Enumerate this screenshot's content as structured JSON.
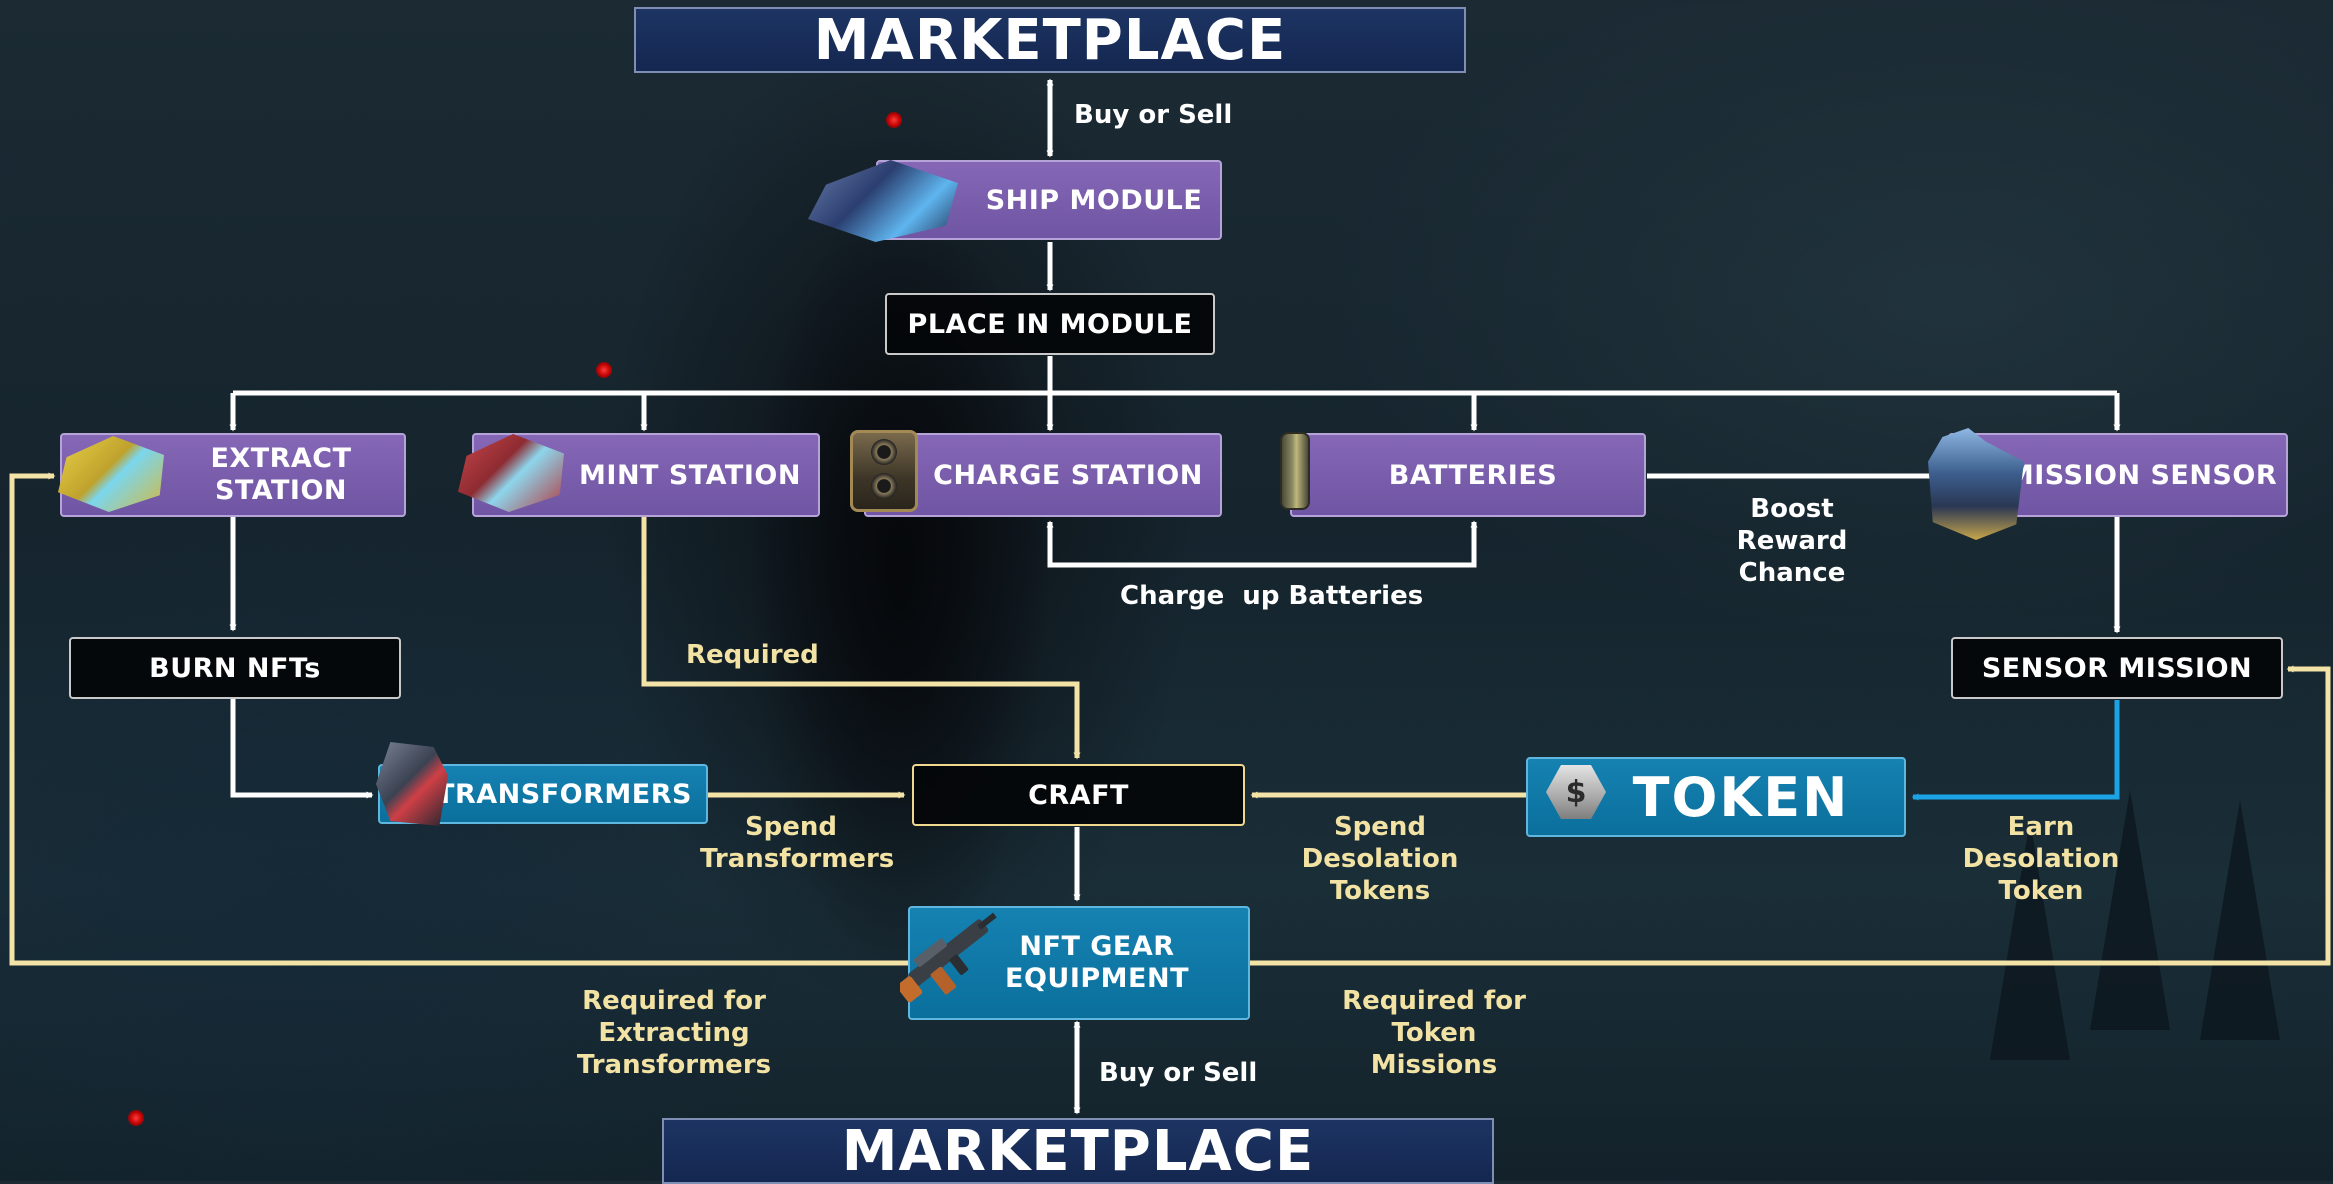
{
  "nodes": {
    "marketplace_top": "MARKETPLACE",
    "ship_module": "SHIP MODULE",
    "place_in_module": "PLACE IN MODULE",
    "extract_station": "EXTRACT\nSTATION",
    "mint_station": "MINT STATION",
    "charge_station": "CHARGE STATION",
    "batteries": "BATTERIES",
    "mission_sensor": "MISSION SENSOR",
    "burn_nfts": "BURN NFTs",
    "sensor_mission": "SENSOR MISSION",
    "transformers": "TRANSFORMERS",
    "craft": "CRAFT",
    "token": "TOKEN",
    "nft_gear": "NFT GEAR\nEQUIPMENT",
    "marketplace_bottom": "MARKETPLACE"
  },
  "labels": {
    "buy_sell_top": "Buy or Sell",
    "boost_reward": "Boost\nReward Chance",
    "charge_up": "Charge  up Batteries",
    "required": "Required",
    "spend_transformers": "Spend\nTransformers",
    "spend_desolation": "Spend\nDesolation\nTokens",
    "earn_desolation": "Earn\nDesolation Token",
    "required_extracting": "Required for Extracting\nTransformers",
    "required_token_missions": "Required for Token\nMissions",
    "buy_sell_bottom": "Buy or Sell"
  },
  "icons": {
    "token_symbol": "$",
    "ship_module_icon": "ship-module-icon",
    "extract_station_icon": "extract-station-icon",
    "mint_station_icon": "mint-station-icon",
    "charge_station_icon": "charge-station-icon",
    "batteries_icon": "battery-icon",
    "mission_sensor_icon": "mission-sensor-icon",
    "transformers_icon": "transformers-icon",
    "token_icon": "token-coin-icon",
    "nft_gear_icon": "rifle-icon"
  },
  "colors": {
    "purple_node": "#7a5eae",
    "blue_node": "#0f78a8",
    "marketplace_node": "#1a2f5c",
    "white_connector": "#ffffff",
    "yellow_connector": "#f4e3a6",
    "blue_connector": "#1ca3e6"
  }
}
